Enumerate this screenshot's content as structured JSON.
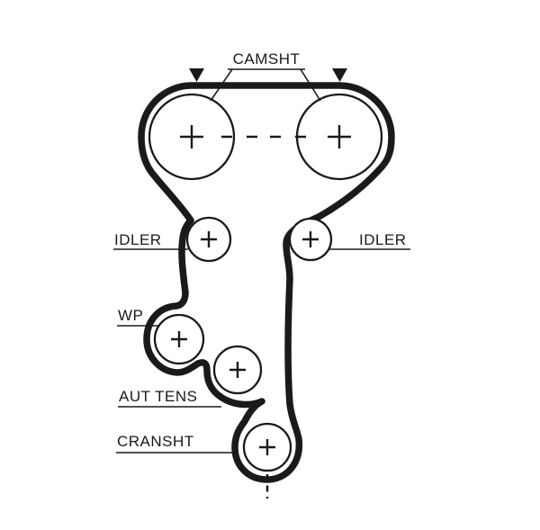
{
  "diagram": {
    "type": "timing-belt-routing-diagram",
    "colors": {
      "ink": "#1a1a1a",
      "background": "#ffffff"
    },
    "labels": {
      "camshaft": "CAMSHT",
      "idler_left": "IDLER",
      "idler_right": "IDLER",
      "water_pump": "WP",
      "auto_tensioner": "AUT TENS",
      "crankshaft": "CRANSHT"
    }
  }
}
